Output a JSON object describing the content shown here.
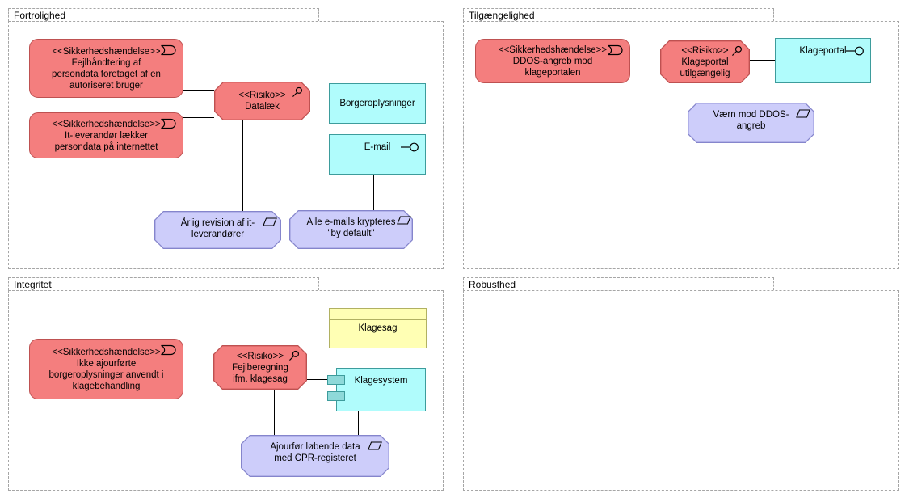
{
  "colors": {
    "event_fill": "#F47E7E",
    "event_border": "#BE5151",
    "app_fill": "#B0FCFC",
    "app_border": "#3D9C9C",
    "port_fill": "#8ED9D9",
    "biz_fill": "#FFFFB4",
    "biz_border": "#B1B162",
    "req_fill": "#CDCDFA",
    "req_border": "#8585CC",
    "group_border": "#A6A6A6",
    "connector": "#000000"
  },
  "icons": {
    "event": "event-icon (open-arrow glyph)",
    "assessment": "magnifier-icon",
    "service": "interface-lollipop-icon",
    "requirement": "parallelogram-icon",
    "component": "component-port-rectangles"
  },
  "groups": {
    "fortrolighed": {
      "label": "Fortrolighed"
    },
    "tilgaengelighed": {
      "label": "Tilgængelighed"
    },
    "integritet": {
      "label": "Integritet"
    },
    "robusthed": {
      "label": "Robusthed"
    }
  },
  "nodes": {
    "fejlhaandtering": {
      "lines": [
        "<<Sikkerhedshændelse>>",
        "Fejlhåndtering af",
        "persondata foretaget af en",
        "autoriseret bruger"
      ]
    },
    "it_leverandoer": {
      "lines": [
        "<<Sikkerhedshændelse>>",
        "It-leverandør lækker",
        "persondata på internettet"
      ]
    },
    "datalaek": {
      "lines": [
        "<<Risiko>>",
        "Datalæk"
      ]
    },
    "borgeroplysninger": {
      "label": "Borgeroplysninger"
    },
    "email": {
      "label": "E-mail"
    },
    "aarlig_revision": {
      "lines": [
        "Årlig revision af it-",
        "leverandører"
      ]
    },
    "alle_emails": {
      "lines": [
        "Alle e-mails krypteres",
        "\"by default\""
      ]
    },
    "ddos_angreb": {
      "lines": [
        "<<Sikkerhedshændelse>>",
        "DDOS-angreb mod",
        "klageportalen"
      ]
    },
    "klageportal_utilgaengelig": {
      "lines": [
        "<<Risiko>>",
        "Klageportal",
        "utilgængelig"
      ]
    },
    "klageportal": {
      "label": "Klageportal"
    },
    "vaern_ddos": {
      "lines": [
        "Værn mod DDOS-",
        "angreb"
      ]
    },
    "ikke_ajourfoerte": {
      "lines": [
        "<<Sikkerhedshændelse>>",
        "Ikke ajourførte",
        "borgeroplysninger anvendt i",
        "klagebehandling"
      ]
    },
    "fejlberegning": {
      "lines": [
        "<<Risiko>>",
        "Fejlberegning",
        "ifm. klagesag"
      ]
    },
    "klagesag": {
      "label": "Klagesag"
    },
    "klagesystem": {
      "label": "Klagesystem"
    },
    "ajourfoer": {
      "lines": [
        "Ajourfør løbende data",
        "med CPR-registeret"
      ]
    }
  }
}
